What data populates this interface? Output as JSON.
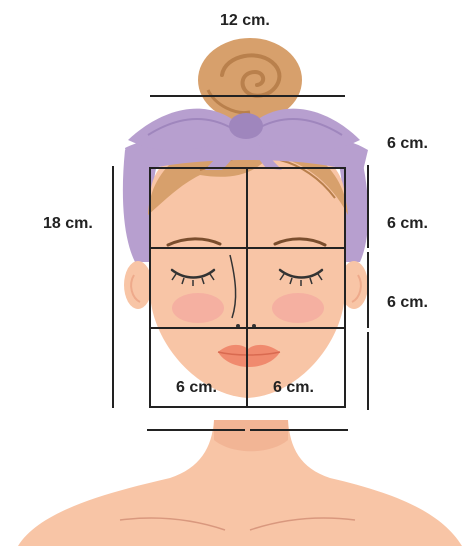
{
  "labels": {
    "top_width": "12 cm.",
    "left_height": "18 cm.",
    "right_upper": "6 cm.",
    "right_middle": "6 cm.",
    "right_lower": "6 cm.",
    "bottom_left": "6 cm.",
    "bottom_right": "6 cm."
  },
  "colors": {
    "skin": "#f8c5a6",
    "skin_shadow": "#eeaa8b",
    "hair": "#d7a06c",
    "hair_dark": "#b9804c",
    "headband": "#b79fcf",
    "headband_dark": "#9f86bd",
    "lips": "#f08a6e",
    "blush": "#f4a7a0",
    "line": "#222222"
  }
}
